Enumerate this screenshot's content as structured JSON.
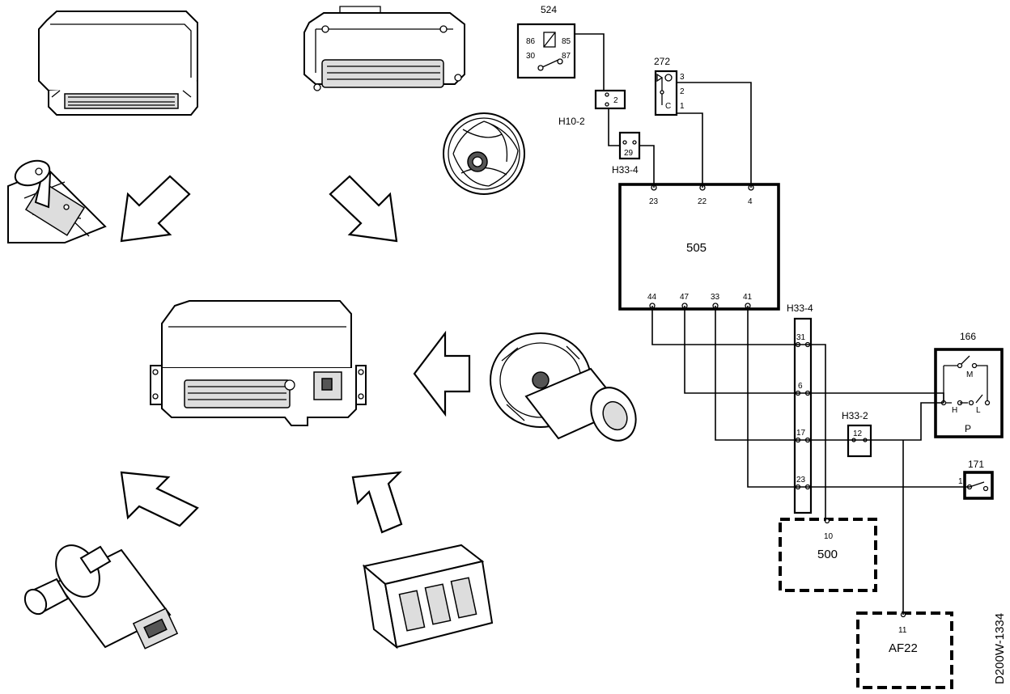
{
  "diagram": {
    "doc_code": "D200W-1334",
    "components": {
      "relay": {
        "id": "524",
        "pins": [
          "86",
          "85",
          "30",
          "87"
        ]
      },
      "switch_272": {
        "id": "272",
        "pins": [
          "3",
          "2",
          "1"
        ],
        "contact": "C"
      },
      "connector_h10_2": {
        "id": "H10-2",
        "pin": "2"
      },
      "connector_h33_4_top": {
        "id": "H33-4",
        "pin": "29"
      },
      "ecu_505": {
        "id": "505",
        "top_pins": [
          "23",
          "22",
          "4"
        ],
        "bottom_pins": [
          "44",
          "47",
          "33",
          "41"
        ]
      },
      "connector_strip": {
        "id": "H33-4",
        "pins": [
          "31",
          "6",
          "17",
          "23"
        ]
      },
      "connector_h33_2": {
        "id": "H33-2",
        "pin": "12"
      },
      "switch_166": {
        "id": "166",
        "labels": [
          "M",
          "H",
          "L"
        ],
        "bottom_label": "P"
      },
      "comp_171": {
        "id": "171",
        "pin": "1"
      },
      "unit_500": {
        "id": "500",
        "pin": "10"
      },
      "unit_af22": {
        "id": "AF22",
        "pin": "11"
      }
    }
  }
}
